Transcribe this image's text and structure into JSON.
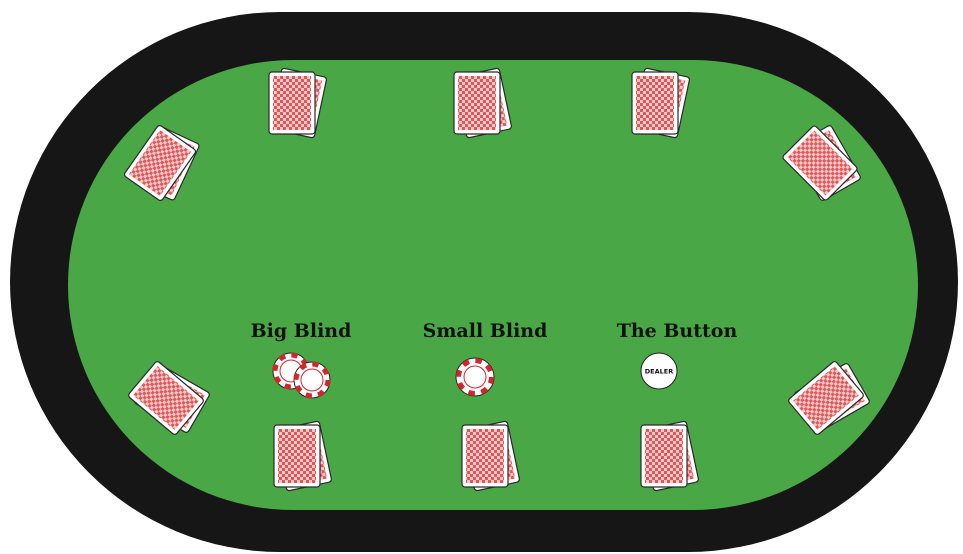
{
  "labels": {
    "big_blind": "Big Blind",
    "small_blind": "Small Blind",
    "the_button": "The Button"
  },
  "dealer_button": {
    "text": "DEALER"
  },
  "colors": {
    "rail": "#161616",
    "felt": "#49a845",
    "card_back": "#e0575a",
    "card_pattern": "#f7c9c9",
    "chip_red": "#d3252b",
    "chip_white": "#ffffff"
  },
  "seats": [
    {
      "name": "seat-top-left"
    },
    {
      "name": "seat-top-center"
    },
    {
      "name": "seat-top-right"
    },
    {
      "name": "seat-upper-left"
    },
    {
      "name": "seat-upper-right"
    },
    {
      "name": "seat-lower-left"
    },
    {
      "name": "seat-lower-right"
    },
    {
      "name": "seat-bottom-left"
    },
    {
      "name": "seat-bottom-center"
    },
    {
      "name": "seat-bottom-right"
    }
  ]
}
